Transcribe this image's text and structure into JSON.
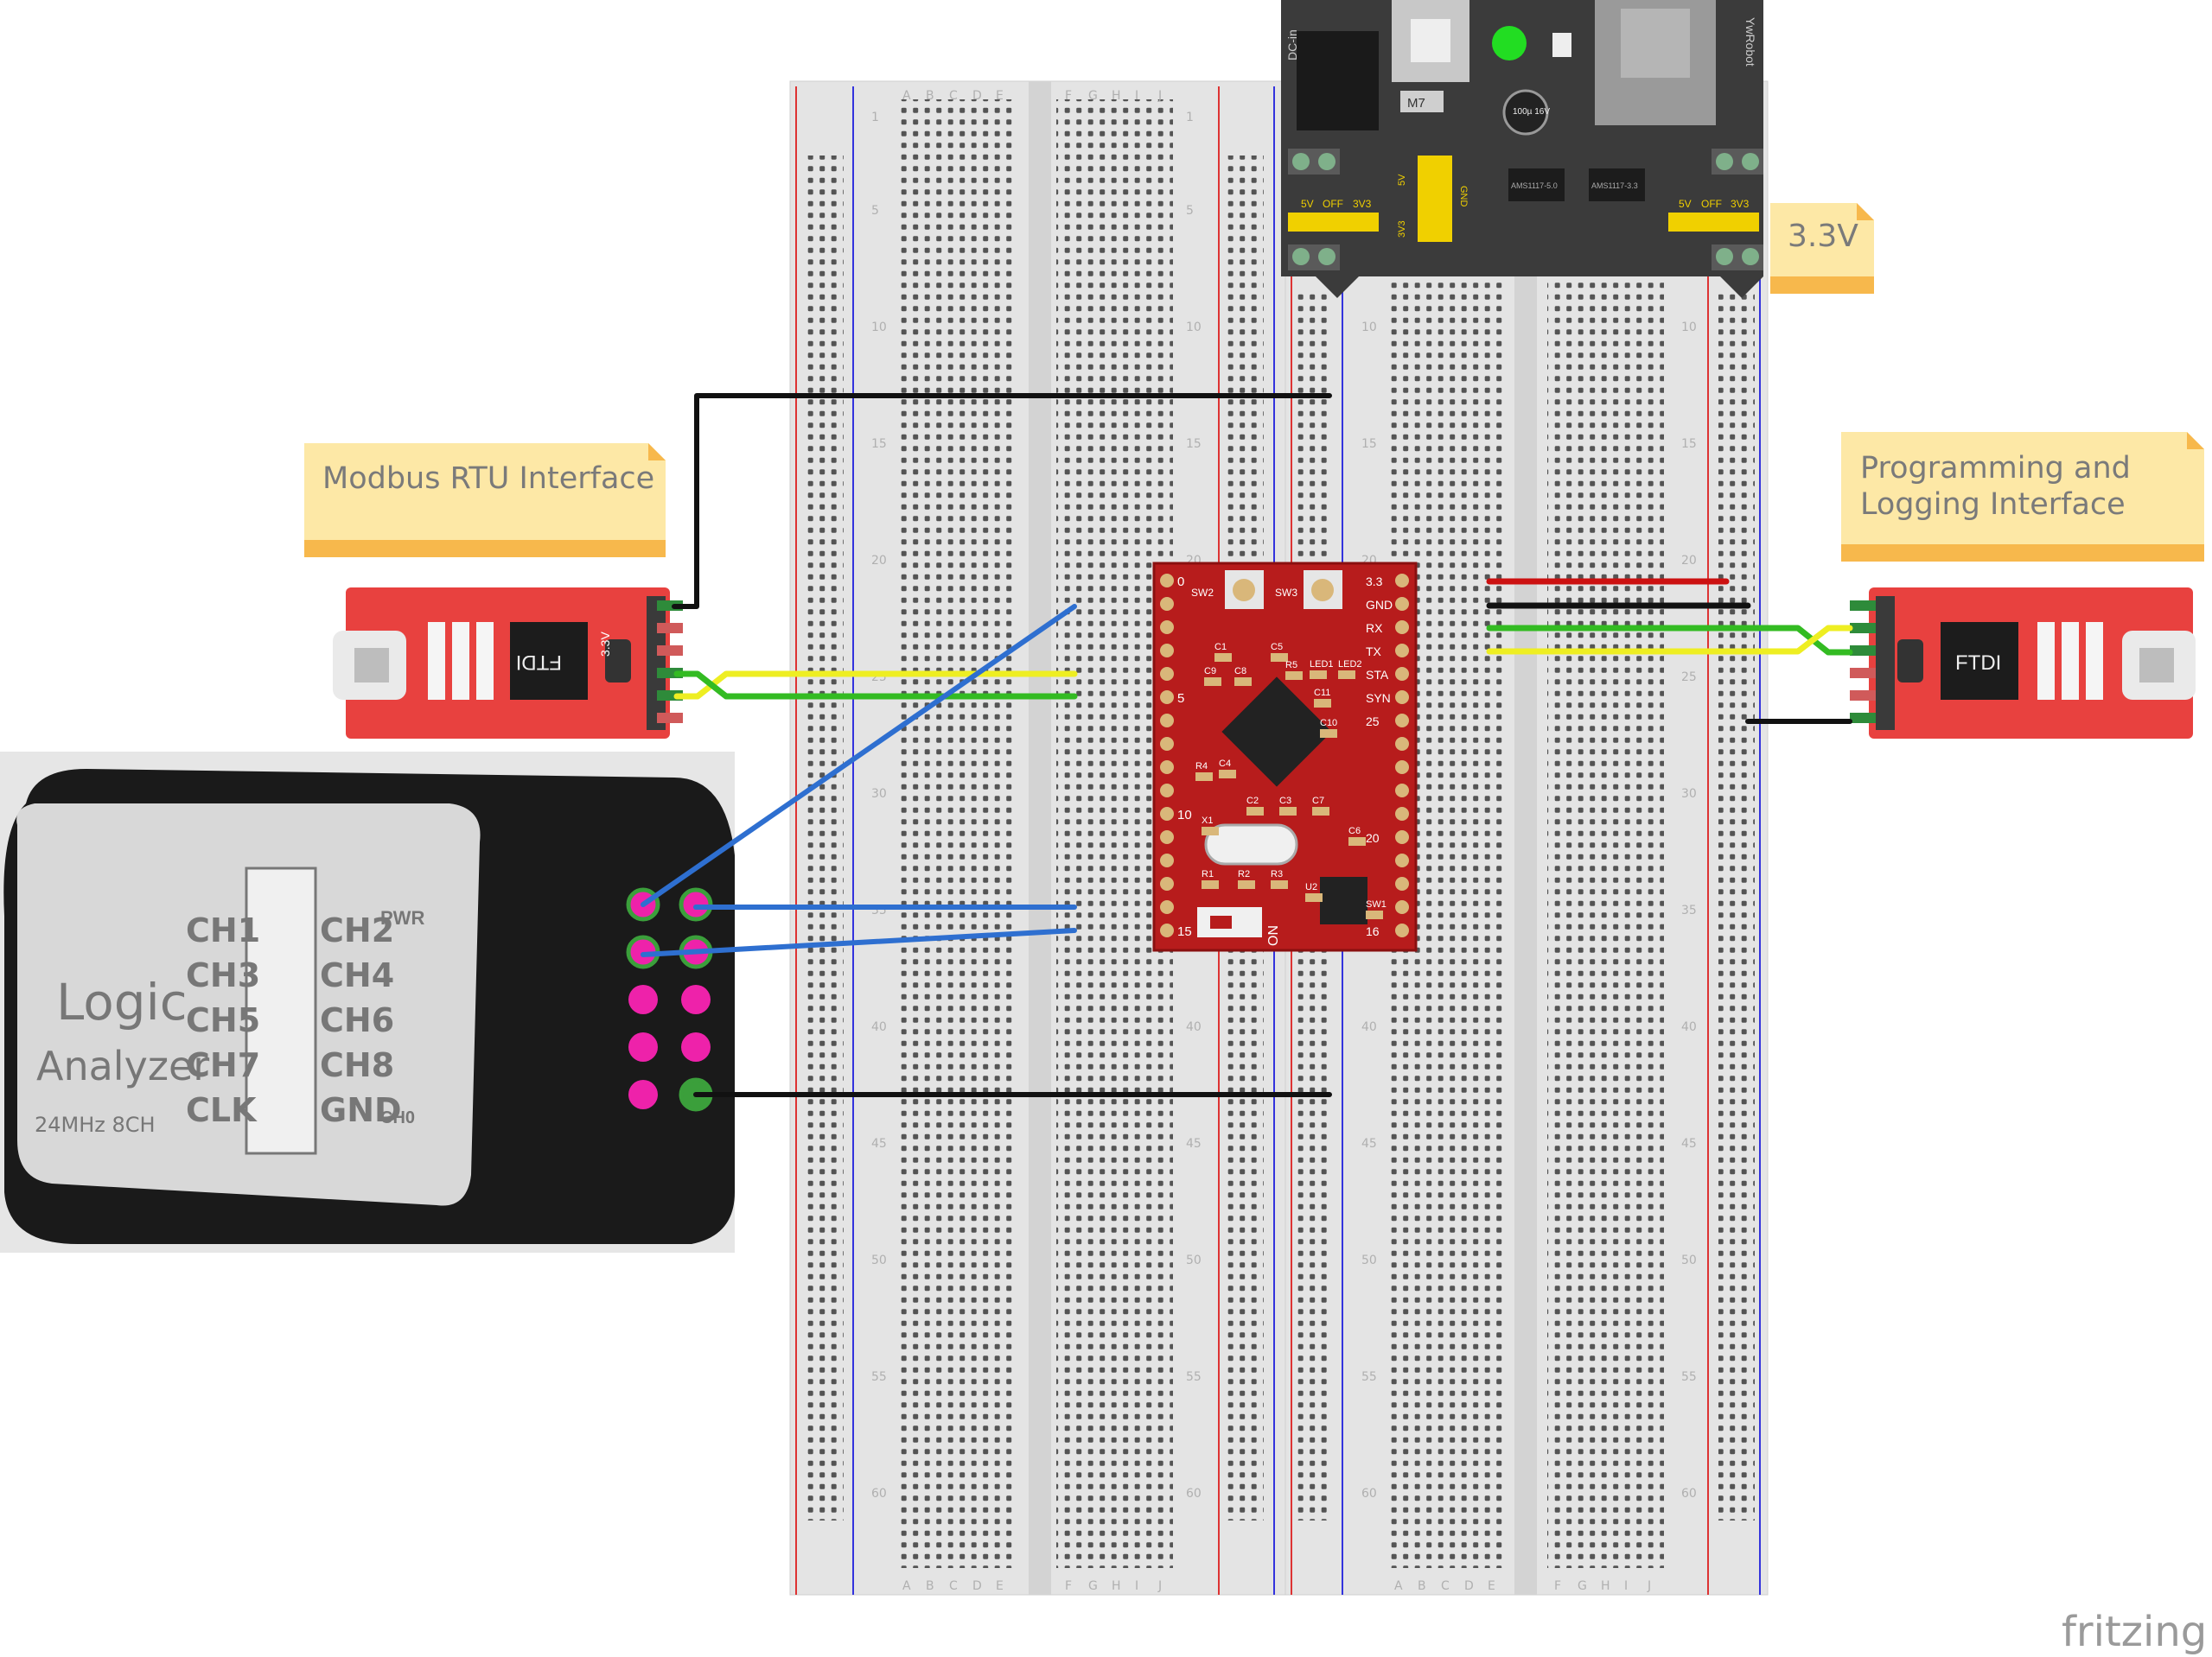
{
  "notes": {
    "modbus": "Modbus RTU Interface",
    "programming_line1": "Programming and",
    "programming_line2": "Logging Interface",
    "voltage": "3.3V"
  },
  "breadboard": {
    "columns_left": [
      "A",
      "B",
      "C",
      "D",
      "E"
    ],
    "columns_right": [
      "F",
      "G",
      "H",
      "I",
      "J"
    ],
    "row_labels": [
      "1",
      "5",
      "10",
      "15",
      "20",
      "25",
      "30",
      "35",
      "40",
      "45",
      "50",
      "55",
      "60"
    ]
  },
  "ftdi_left": {
    "label": "FTDI",
    "badge": "3.3V"
  },
  "ftdi_right": {
    "label": "FTDI"
  },
  "power_module": {
    "dc_label": "DC-in",
    "brand": "YwRobot",
    "m7": "M7",
    "cap": "100µ 16V",
    "switch_labels": [
      "5V",
      "OFF",
      "3V3"
    ],
    "jumper_5v": "5V",
    "jumper_gnd": "GND",
    "jumper_3v3": "3V3",
    "reg1": "AMS1117-5.0",
    "reg2": "AMS1117-3.3"
  },
  "mcu_board": {
    "left_pins": [
      "0",
      "5",
      "10",
      "15"
    ],
    "right_pins": [
      "3.3",
      "GND",
      "RX",
      "TX",
      "STA",
      "SYN",
      "25",
      "20",
      "16"
    ],
    "parts": [
      "SW2",
      "SW3",
      "C1",
      "C5",
      "C9",
      "C8",
      "R5",
      "C11",
      "C10",
      "C4",
      "R4",
      "C2",
      "C3",
      "C7",
      "C6",
      "X1",
      "R1",
      "R2",
      "R3",
      "U2",
      "SW1",
      "ON",
      "LED1",
      "LED2"
    ]
  },
  "logic_analyzer": {
    "title1": "Logic",
    "title2": "Analyzer",
    "subtitle": "24MHz 8CH",
    "left_channels": [
      "CH1",
      "CH3",
      "CH5",
      "CH7",
      "CLK"
    ],
    "right_channels": [
      "CH2",
      "CH4",
      "CH6",
      "CH8",
      "GND"
    ],
    "pwr": "PWR",
    "ch0": "CH0"
  },
  "watermark": "fritzing",
  "colors": {
    "wire_black": "#111111",
    "wire_red": "#cc1111",
    "wire_yellow": "#eeee22",
    "wire_green": "#33bb22",
    "wire_blue": "#2e6fd0",
    "board_red": "#b71c1c",
    "ftdi_red": "#e8413f",
    "note": "#fde8a6",
    "note_edge": "#f7b84c"
  }
}
